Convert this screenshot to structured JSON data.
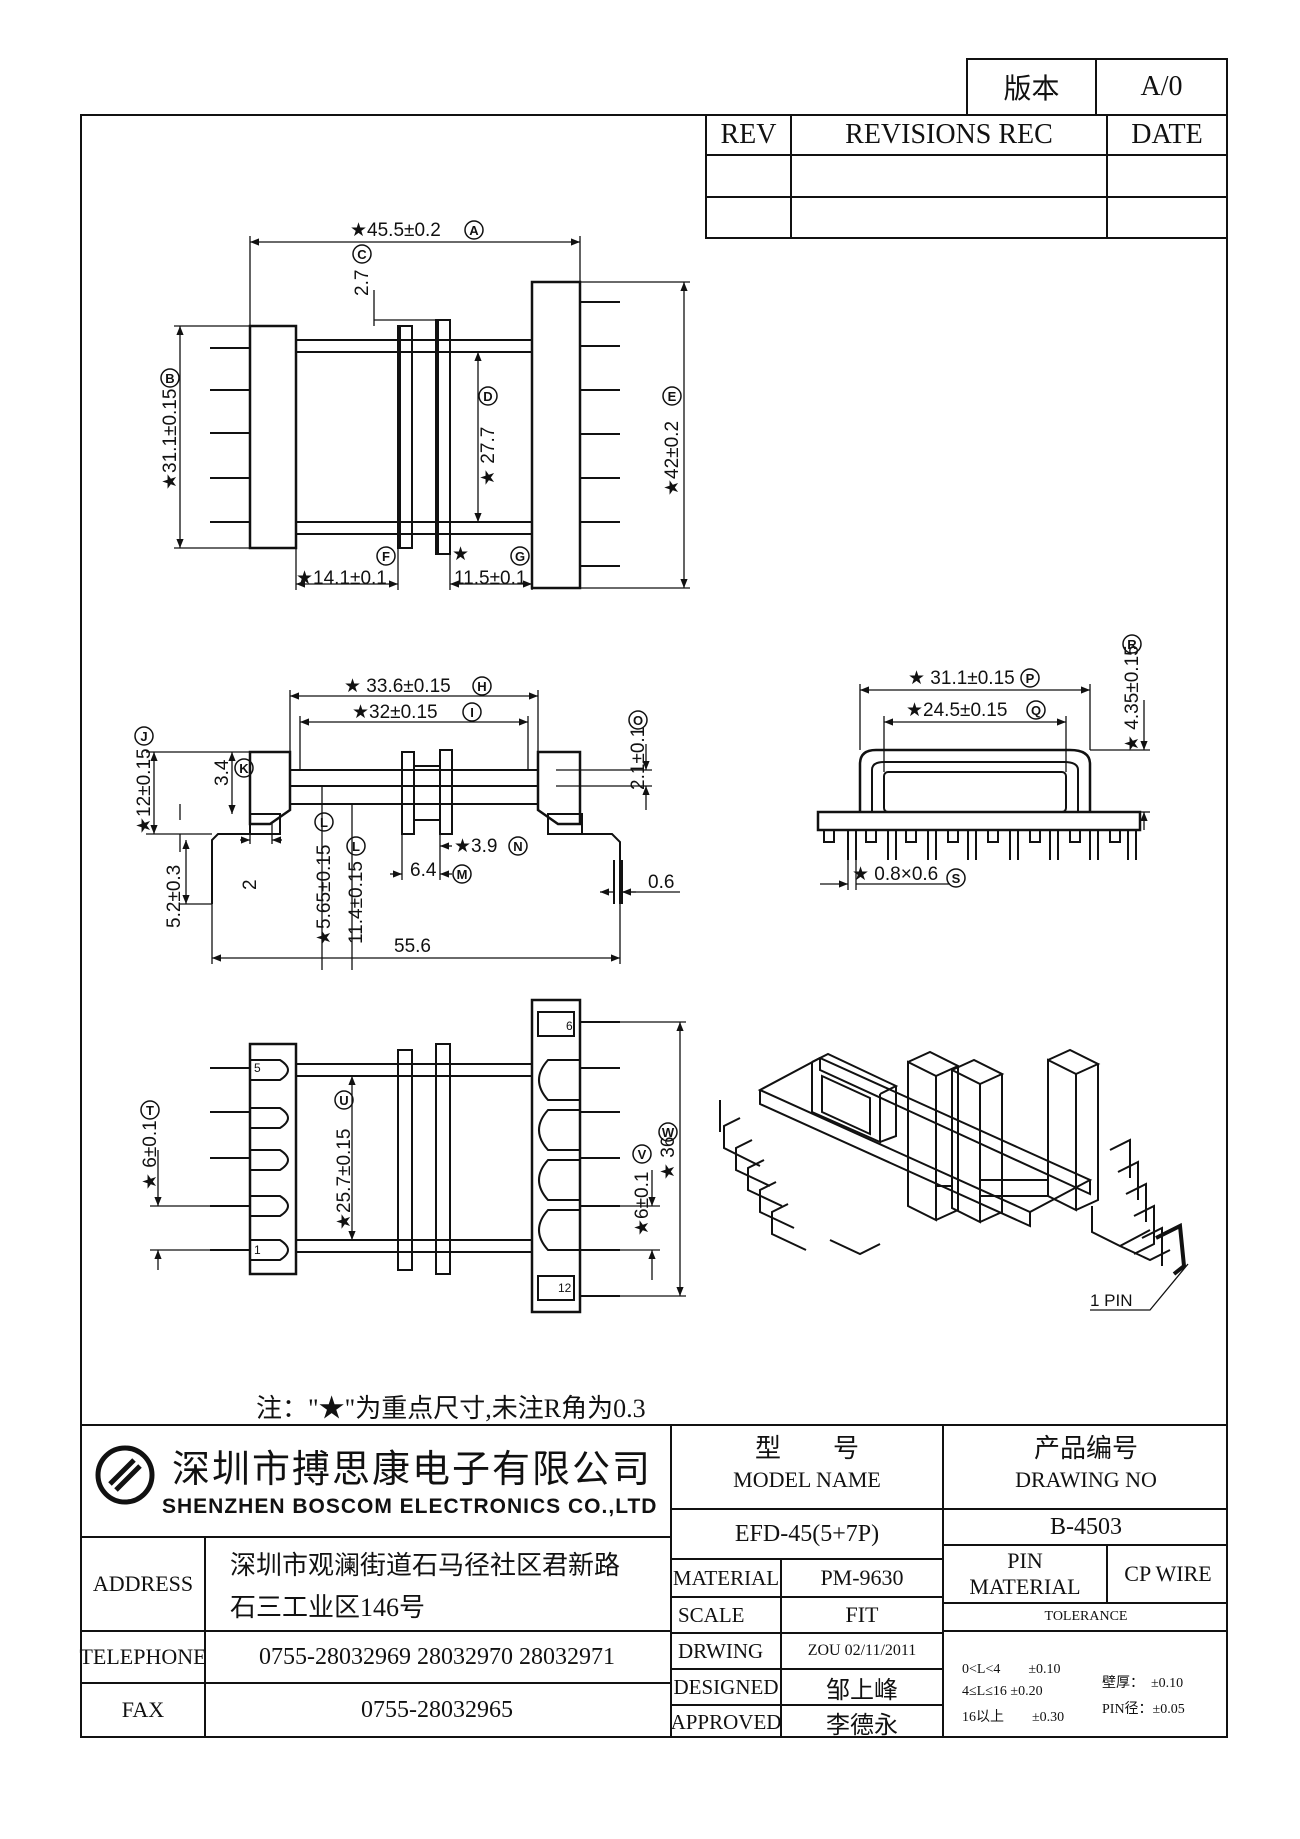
{
  "version_box": {
    "label": "版本",
    "value": "A/0"
  },
  "revisions": {
    "rev": "REV",
    "rec": "REVISIONS REC",
    "date": "DATE"
  },
  "dimensions": {
    "top": {
      "A": "★45.5±0.2",
      "C": "2.7",
      "B": "★31.1±0.15",
      "D": "★ 27.7",
      "E": "★42±0.2",
      "F": "★14.1±0.1",
      "G": "11.5±0.1",
      "G_star": "★"
    },
    "side": {
      "H": "★ 33.6±0.15",
      "I": "★32±0.15",
      "J": "★12±0.15",
      "K": "3.4",
      "O": "2.1±0.1",
      "N": "★3.9",
      "M": "6.4",
      "two": "2",
      "L1": "★5.65±0.15",
      "L2": "11.4±0.15",
      "five": "5.2±0.3",
      "width": "55.6",
      "thick": "0.6"
    },
    "end": {
      "P": "★ 31.1±0.15",
      "Q": "★24.5±0.15",
      "R": "★ 4.35±0.15",
      "S": "★ 0.8×0.6"
    },
    "bottom": {
      "T": "★ 6±0.1",
      "U": "★25.7±0.15",
      "V": "★6±0.1",
      "W": "★ 36",
      "pin5": "5",
      "pin1": "1",
      "pin6": "6",
      "pin12": "12"
    },
    "iso": {
      "pin1": "1 PIN"
    },
    "circles": {
      "A": "A",
      "B": "B",
      "C": "C",
      "D": "D",
      "E": "E",
      "F": "F",
      "G": "G",
      "H": "H",
      "I": "I",
      "J": "J",
      "K": "K",
      "L": "L",
      "M": "M",
      "N": "N",
      "O": "O",
      "P": "P",
      "Q": "Q",
      "R": "R",
      "S": "S",
      "T": "T",
      "U": "U",
      "V": "V",
      "W": "W"
    }
  },
  "note": "注：\"★\"为重点尺寸,未注R角为0.3",
  "company": {
    "cn": "深圳市搏思康电子有限公司",
    "en": "SHENZHEN BOSCOM ELECTRONICS CO.,LTD"
  },
  "address": {
    "label": "ADDRESS",
    "line1": "深圳市观澜街道石马径社区君新路",
    "line2": "石三工业区146号"
  },
  "telephone": {
    "label": "TELEPHONE",
    "value": "0755-28032969 28032970 28032971"
  },
  "fax": {
    "label": "FAX",
    "value": "0755-28032965"
  },
  "model": {
    "cn": "型　　号",
    "en": "MODEL NAME",
    "value": "EFD-45(5+7P)"
  },
  "drawing": {
    "cn": "产品编号",
    "en": "DRAWING NO",
    "value": "B-4503"
  },
  "material": {
    "label": "MATERIAL",
    "value": "PM-9630"
  },
  "scale": {
    "label": "SCALE",
    "value": "FIT"
  },
  "drwing": {
    "label": "DRWING",
    "value": "ZOU 02/11/2011"
  },
  "designed": {
    "label": "DESIGNED",
    "value": "邹上峰"
  },
  "approved": {
    "label": "APPROVED",
    "value": "李德永"
  },
  "pin_material": {
    "label1": "PIN",
    "label2": "MATERIAL",
    "value": "CP WIRE"
  },
  "tolerance": {
    "title": "TOLERANCE",
    "r1": "0<L<4　　±0.10",
    "r2": "4≤L≤16 ±0.20",
    "r3": "16以上　　±0.30",
    "wall": "壁厚：　±0.10",
    "pin": "PIN径：±0.05"
  }
}
